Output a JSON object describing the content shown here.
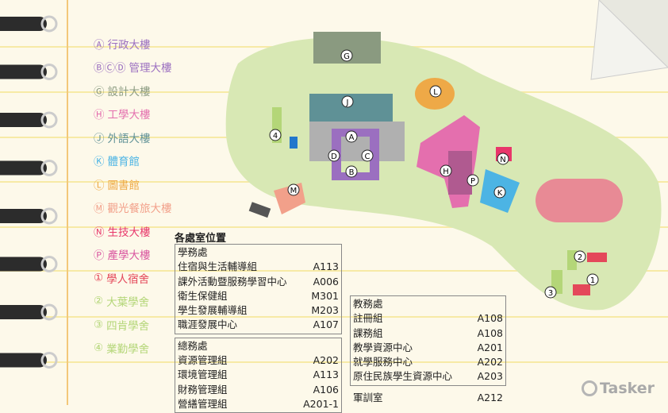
{
  "legend": [
    {
      "mark": "Ⓐ",
      "label": "行政大樓",
      "color": "#9b6fc0"
    },
    {
      "mark": "ⒷⒸⒹ",
      "label": "管理大樓",
      "color": "#9b6fc0"
    },
    {
      "mark": "Ⓖ",
      "label": "設計大樓",
      "color": "#8a9a80"
    },
    {
      "mark": "Ⓗ",
      "label": "工學大樓",
      "color": "#e46fae"
    },
    {
      "mark": "Ⓙ",
      "label": "外語大樓",
      "color": "#5f9196"
    },
    {
      "mark": "Ⓚ",
      "label": "體育館",
      "color": "#4cb4e4"
    },
    {
      "mark": "Ⓛ",
      "label": "圖書館",
      "color": "#eea947"
    },
    {
      "mark": "Ⓜ",
      "label": "觀光餐旅大樓",
      "color": "#f2a08a"
    },
    {
      "mark": "Ⓝ",
      "label": "生技大樓",
      "color": "#e8366a"
    },
    {
      "mark": "Ⓟ",
      "label": "產學大樓",
      "color": "#d9559f"
    },
    {
      "mark": "①",
      "label": "學人宿舍",
      "color": "#e4485a"
    },
    {
      "mark": "②",
      "label": "大葉學舍",
      "color": "#b4d678"
    },
    {
      "mark": "③",
      "label": "四肯學舍",
      "color": "#b4d678"
    },
    {
      "mark": "④",
      "label": "業勤學舍",
      "color": "#b4d678"
    }
  ],
  "map_labels": {
    "G": "G",
    "J": "J",
    "A": "A",
    "B": "B",
    "C": "C",
    "D": "D",
    "L": "L",
    "H": "H",
    "P": "P",
    "N": "N",
    "K": "K",
    "M": "M",
    "d1": "1",
    "d2": "2",
    "d3": "3",
    "d4": "4"
  },
  "offices": {
    "title": "各處室位置",
    "student_affairs": {
      "name": "學務處",
      "rows": [
        [
          "住宿與生活輔導組",
          "A113"
        ],
        [
          "課外活動暨服務學習中心",
          "A006"
        ],
        [
          "衛生保健組",
          "M301"
        ],
        [
          "學生發展輔導組",
          "M203"
        ],
        [
          "職涯發展中心",
          "A107"
        ]
      ]
    },
    "general_affairs": {
      "name": "總務處",
      "rows": [
        [
          "資源管理組",
          "A202"
        ],
        [
          "環境管理組",
          "A113"
        ],
        [
          "財務管理組",
          "A106"
        ],
        [
          "營繕管理組",
          "A201-1"
        ]
      ]
    },
    "academic_affairs": {
      "name": "教務處",
      "rows": [
        [
          "註冊組",
          "A108"
        ],
        [
          "課務組",
          "A108"
        ],
        [
          "教學資源中心",
          "A201"
        ],
        [
          "就學服務中心",
          "A202"
        ],
        [
          "原住民族學生資源中心",
          "A203"
        ]
      ]
    },
    "military": [
      "軍訓室",
      "A212"
    ]
  },
  "watermark": "Tasker"
}
